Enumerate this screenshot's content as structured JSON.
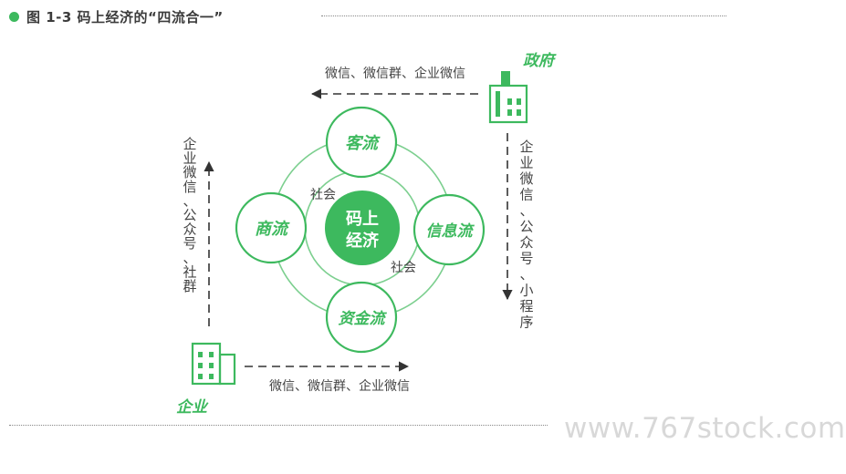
{
  "header": {
    "title": "图 1-3 码上经济的“四流合一”"
  },
  "nodes": {
    "center": {
      "line1": "码上",
      "line2": "经济"
    },
    "top": "客流",
    "left": "商流",
    "right": "信息流",
    "bottom": "资金流"
  },
  "ring_labels": {
    "upper": "社会",
    "lower": "社会"
  },
  "actors": {
    "government": "政府",
    "enterprise": "企业"
  },
  "channels": {
    "gov_horizontal": "微信、微信群、企业微信",
    "gov_vertical": "企业微信、公众号、小程序",
    "ent_vertical": "企业微信、公众号、社群",
    "ent_horizontal": "微信、微信群、企业微信"
  },
  "watermark": "www.767stock.com",
  "colors": {
    "accent": "#3db95e",
    "ring": "#7ccf8f",
    "text": "#444444"
  },
  "icons": {
    "government": "building-icon",
    "enterprise": "building-icon"
  }
}
